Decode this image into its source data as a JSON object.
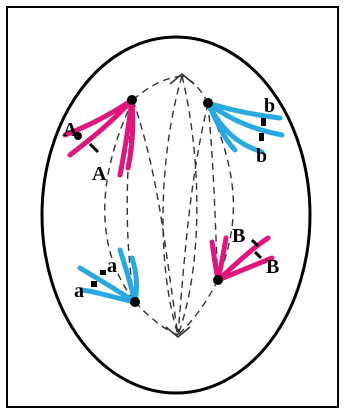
{
  "diagram": {
    "labels": {
      "A_upper": "A",
      "A_lower": "A",
      "b_upper": "b",
      "b_lower": "b",
      "a_upper": "a",
      "a_lower": "a",
      "B_upper": "B",
      "B_lower": "B"
    },
    "colors": {
      "magenta": "#e0157d",
      "cyan": "#2aa8e0",
      "outline": "#000000",
      "spindle": "#333333"
    }
  }
}
